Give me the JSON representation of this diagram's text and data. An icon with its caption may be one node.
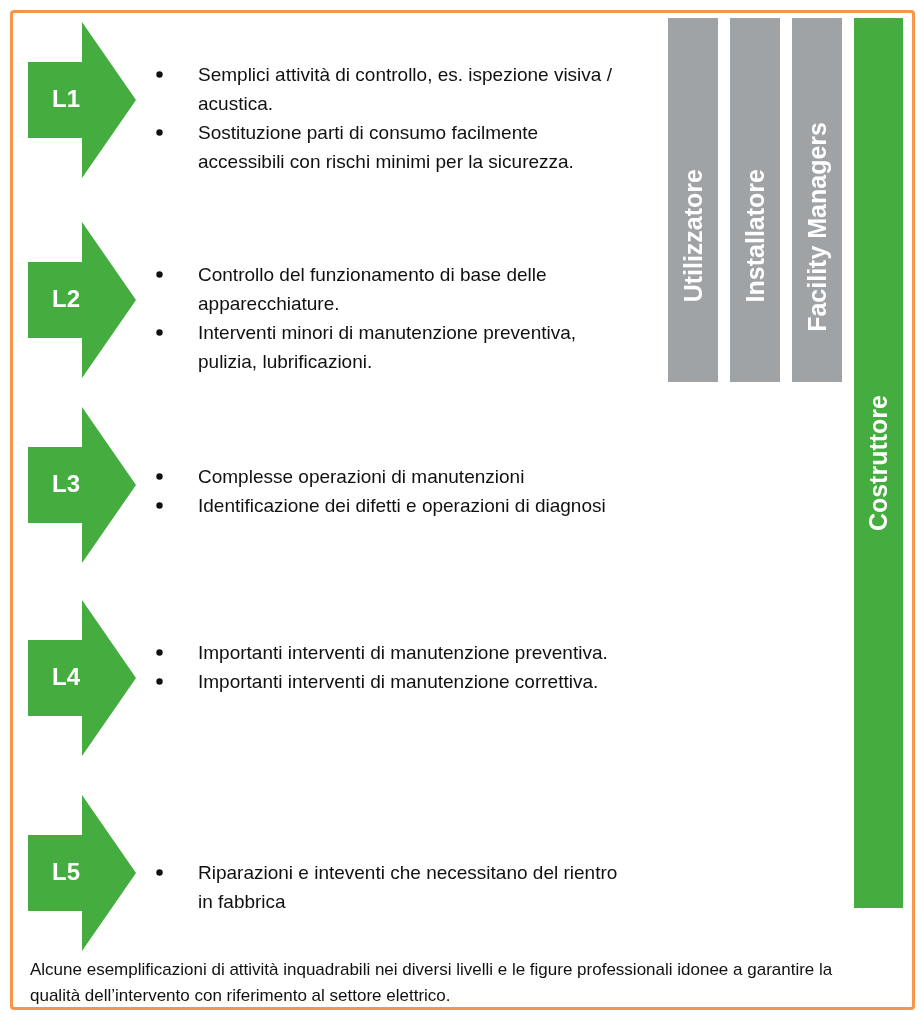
{
  "diagram": {
    "caption": "Alcune esemplificazioni di attività inquadrabili nei diversi livelli e le figure professionali idonee a garantire la qualità dell’intervento con riferimento al settore elettrico.",
    "nodes": [
      {
        "text": [
          "L1"
        ],
        "beside": [
          "Semplici attività di controllo, es. ispezione visiva / acustica.",
          "Sostituzione parti di consumo facilmente accessibili con rischi minimi per la sicurezza."
        ]
      },
      {
        "text": [
          "L2"
        ],
        "beside": [
          "Controllo del funzionamento di base delle apparecchiature.",
          "Interventi minori di manutenzione preventiva, pulizia, lubrificazioni."
        ]
      },
      {
        "text": [
          "L3"
        ],
        "beside": [
          "Complesse operazioni di manutenzioni",
          "Identificazione dei difetti e operazioni di diagnosi"
        ]
      },
      {
        "text": [
          "L4"
        ],
        "beside": [
          "Importanti interventi di manutenzione preventiva.",
          "Importanti interventi di manutenzione correttiva."
        ]
      },
      {
        "text": [
          "L5"
        ],
        "beside": [
          "Riparazioni e inteventi che necessitano del rientro in fabbrica"
        ]
      },
      {
        "text": [
          "Utilizzatore"
        ]
      },
      {
        "text": [
          "Installatore"
        ]
      },
      {
        "text": [
          "Facility Managers"
        ]
      },
      {
        "text": [
          "Costruttore"
        ]
      }
    ]
  }
}
